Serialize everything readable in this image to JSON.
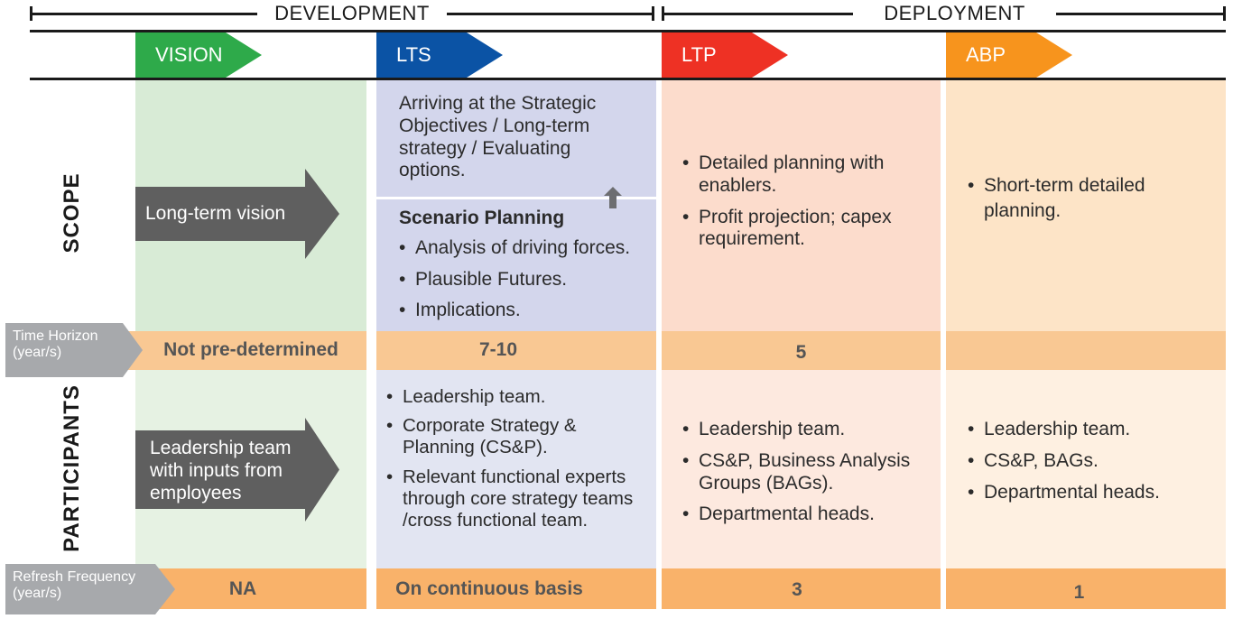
{
  "phases": {
    "development": "DEVELOPMENT",
    "deployment": "DEPLOYMENT"
  },
  "stages": [
    {
      "label": "VISION",
      "color": "#2eaa4a"
    },
    {
      "label": "LTS",
      "color": "#0b53a5"
    },
    {
      "label": "LTP",
      "color": "#ee3124"
    },
    {
      "label": "ABP",
      "color": "#f7941d"
    }
  ],
  "row_labels": {
    "scope": "SCOPE",
    "participants": "PARTICIPANTS",
    "time_horizon_line1": "Time Horizon",
    "time_horizon_line2": "(year/s)",
    "refresh_line1": "Refresh Frequency",
    "refresh_line2": "(year/s)"
  },
  "vision": {
    "scope": "Long-term vision",
    "time_horizon": "Not pre-determined",
    "participants": "Leadership team with inputs from employees",
    "refresh": "NA"
  },
  "lts": {
    "scope_top": "Arriving at the Strategic Objectives / Long-term strategy / Evaluating options.",
    "scenario_title": "Scenario Planning",
    "scenario_items": [
      "Analysis of driving forces.",
      "Plausible Futures.",
      "Implications."
    ],
    "time_horizon": "7-10",
    "participants": [
      "Leadership team.",
      "Corporate Strategy & Planning (CS&P).",
      "Relevant functional experts through core strategy teams /cross functional team."
    ],
    "refresh": "On continuous basis"
  },
  "ltp": {
    "scope": [
      "Detailed planning with enablers.",
      "Profit projection; capex requirement."
    ],
    "time_horizon": "5",
    "participants": [
      "Leadership team.",
      "CS&P, Business Analysis Groups (BAGs).",
      "Departmental heads."
    ],
    "refresh": "3"
  },
  "abp": {
    "scope": [
      "Short-term detailed planning."
    ],
    "time_horizon": "",
    "participants": [
      "Leadership team.",
      "CS&P, BAGs.",
      "Departmental heads."
    ],
    "refresh": "1"
  }
}
